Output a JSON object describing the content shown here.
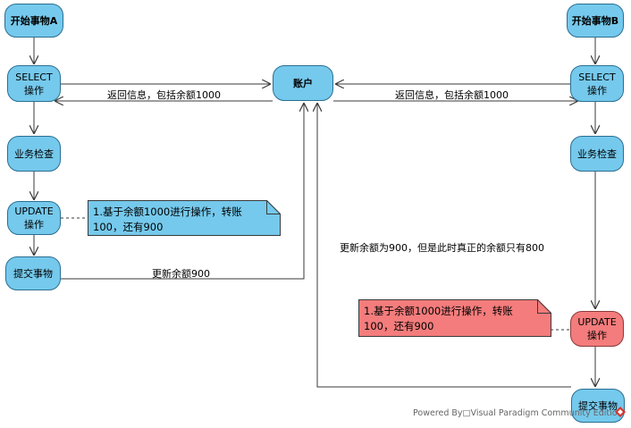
{
  "nodes": {
    "start_a": "开始事物A",
    "start_b": "开始事物B",
    "select_a": [
      "SELECT",
      "操作"
    ],
    "select_b": [
      "SELECT",
      "操作"
    ],
    "account": "账户",
    "check_a": "业务检查",
    "check_b": "业务检查",
    "update_a": [
      "UPDATE",
      "操作"
    ],
    "update_b": [
      "UPDATE",
      "操作"
    ],
    "commit_a": "提交事物",
    "commit_b": "提交事物"
  },
  "edges": {
    "return_a": "返回信息，包括余额1000",
    "return_b": "返回信息，包括余额1000",
    "update_balance": "更新余额900",
    "note_right": "更新余额为900，但是此时真正的余额只有800"
  },
  "notes": {
    "note_a": [
      "1.基于余额1000进行操作，转账",
      "100，还有900"
    ],
    "note_b": [
      "1.基于余额1000进行操作，转账",
      "100，还有900"
    ]
  },
  "footer": "Powered By□Visual Paradigm Community Edition",
  "colors": {
    "node_fill": "#75c9ec",
    "node_fill_red": "#f47c7c",
    "stroke": "#3a3a3a"
  }
}
